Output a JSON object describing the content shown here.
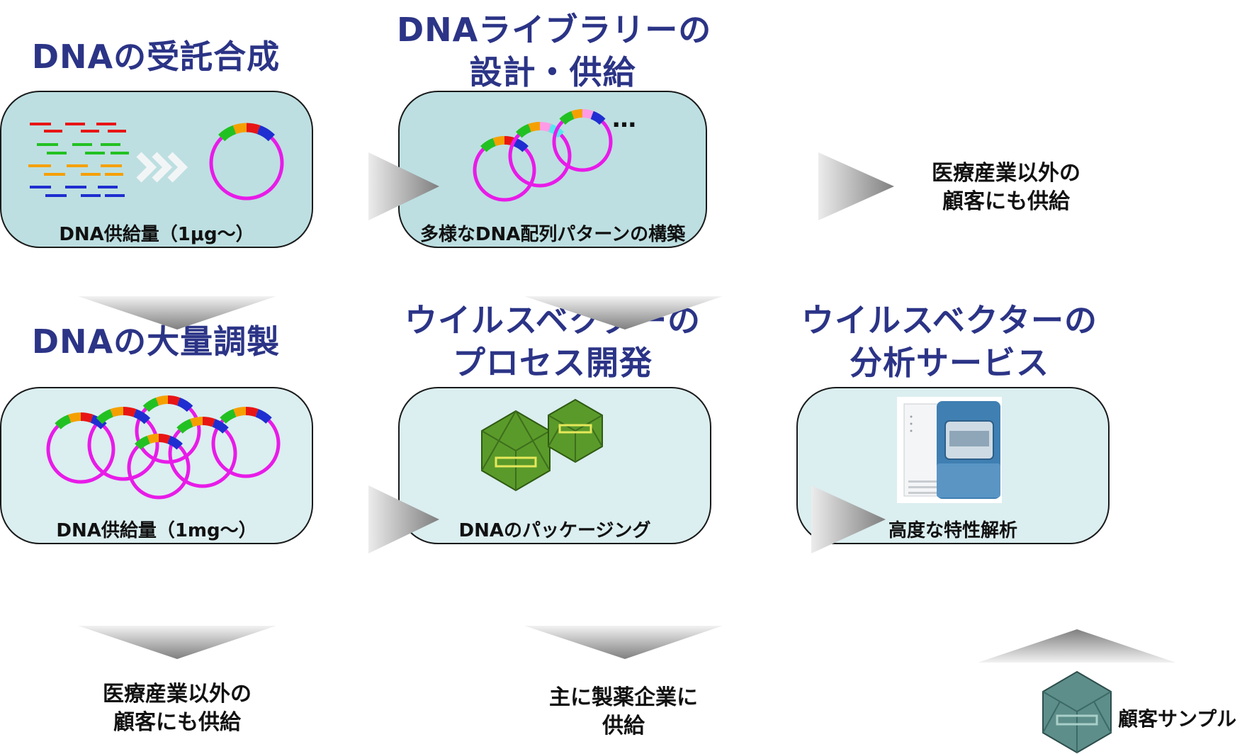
{
  "stages": {
    "synthesis": {
      "title": "DNAの受託合成",
      "caption": "DNA供給量（1μg～）"
    },
    "library": {
      "title_line1": "DNAライブラリーの",
      "title_line2": "設計・供給",
      "caption": "多様なDNA配列パターンの構築",
      "ellipsis": "…"
    },
    "large_scale": {
      "title": "DNAの大量調製",
      "caption": "DNA供給量（1mg～）"
    },
    "process": {
      "title_line1": "ウイルスベクターの",
      "title_line2": "プロセス開発",
      "caption": "DNAのパッケージング"
    },
    "analysis": {
      "title_line1": "ウイルスベクターの",
      "title_line2": "分析サービス",
      "caption": "高度な特性解析"
    }
  },
  "outcomes": {
    "library_out": {
      "line1": "医療産業以外の",
      "line2": "顧客にも供給"
    },
    "large_scale_out": {
      "line1": "医療産業以外の",
      "line2": "顧客にも供給"
    },
    "process_out": {
      "line1": "主に製薬企業に",
      "line2": "供給"
    },
    "customer_sample": "顧客サンプル"
  },
  "colors": {
    "title": "#2b3486",
    "plasmid_ring": "#e81be8",
    "segment_colors": [
      "#22c122",
      "#f5a000",
      "#e81515",
      "#1f2ed0",
      "#ff9be6",
      "#55e8f0"
    ],
    "virus": "#5a9a2a",
    "customer_virus": "#5e8e8a",
    "arrow": "#8a8a8a"
  }
}
